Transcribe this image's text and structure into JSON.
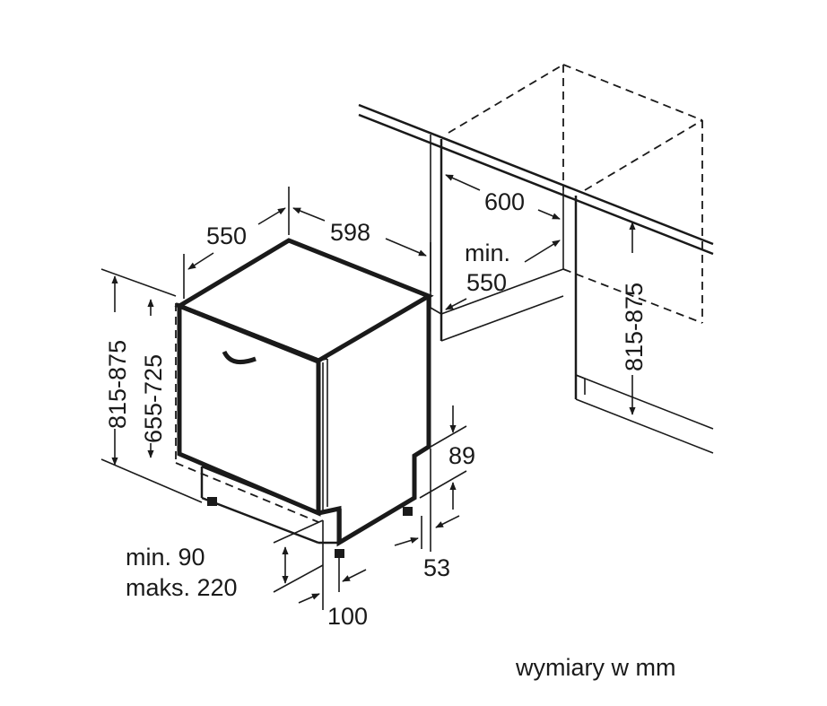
{
  "labels": {
    "depth": "550",
    "width": "598",
    "niche_width": "600",
    "niche_depth_min": "min.",
    "niche_depth_val": "550",
    "total_height": "815-875",
    "door_height": "655-725",
    "niche_height": "815-875",
    "plinth_top": "89",
    "plinth_bottom": "53",
    "plinth_min": "min. 90",
    "plinth_max": "maks. 220",
    "foot_offset": "100",
    "units_note": "wymiary w mm"
  }
}
